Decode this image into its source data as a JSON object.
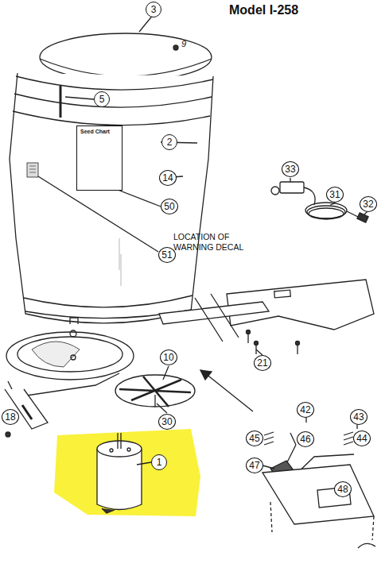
{
  "diagram": {
    "title": "Model I-258",
    "nodes": [
      {
        "text": [
          "3"
        ]
      },
      {
        "text": [
          "5"
        ]
      },
      {
        "text": [
          "2"
        ]
      },
      {
        "text": [
          "Seed Chart"
        ]
      },
      {
        "text": [
          "14"
        ]
      },
      {
        "text": [
          "50"
        ]
      },
      {
        "text": [
          "33"
        ]
      },
      {
        "text": [
          "31"
        ]
      },
      {
        "text": [
          "32"
        ]
      },
      {
        "text": [
          "51"
        ]
      },
      {
        "text": [
          "21"
        ]
      },
      {
        "text": [
          "10"
        ]
      },
      {
        "text": [
          "30"
        ]
      },
      {
        "text": [
          "18"
        ]
      },
      {
        "text": [
          "42"
        ]
      },
      {
        "text": [
          "43"
        ]
      },
      {
        "text": [
          "45"
        ]
      },
      {
        "text": [
          "46"
        ]
      },
      {
        "text": [
          "44"
        ]
      },
      {
        "text": [
          "1"
        ]
      },
      {
        "text": [
          "47"
        ]
      },
      {
        "text": [
          "48"
        ]
      }
    ],
    "labels": [
      "9",
      "LOCATION OF WARNING DECAL"
    ]
  }
}
